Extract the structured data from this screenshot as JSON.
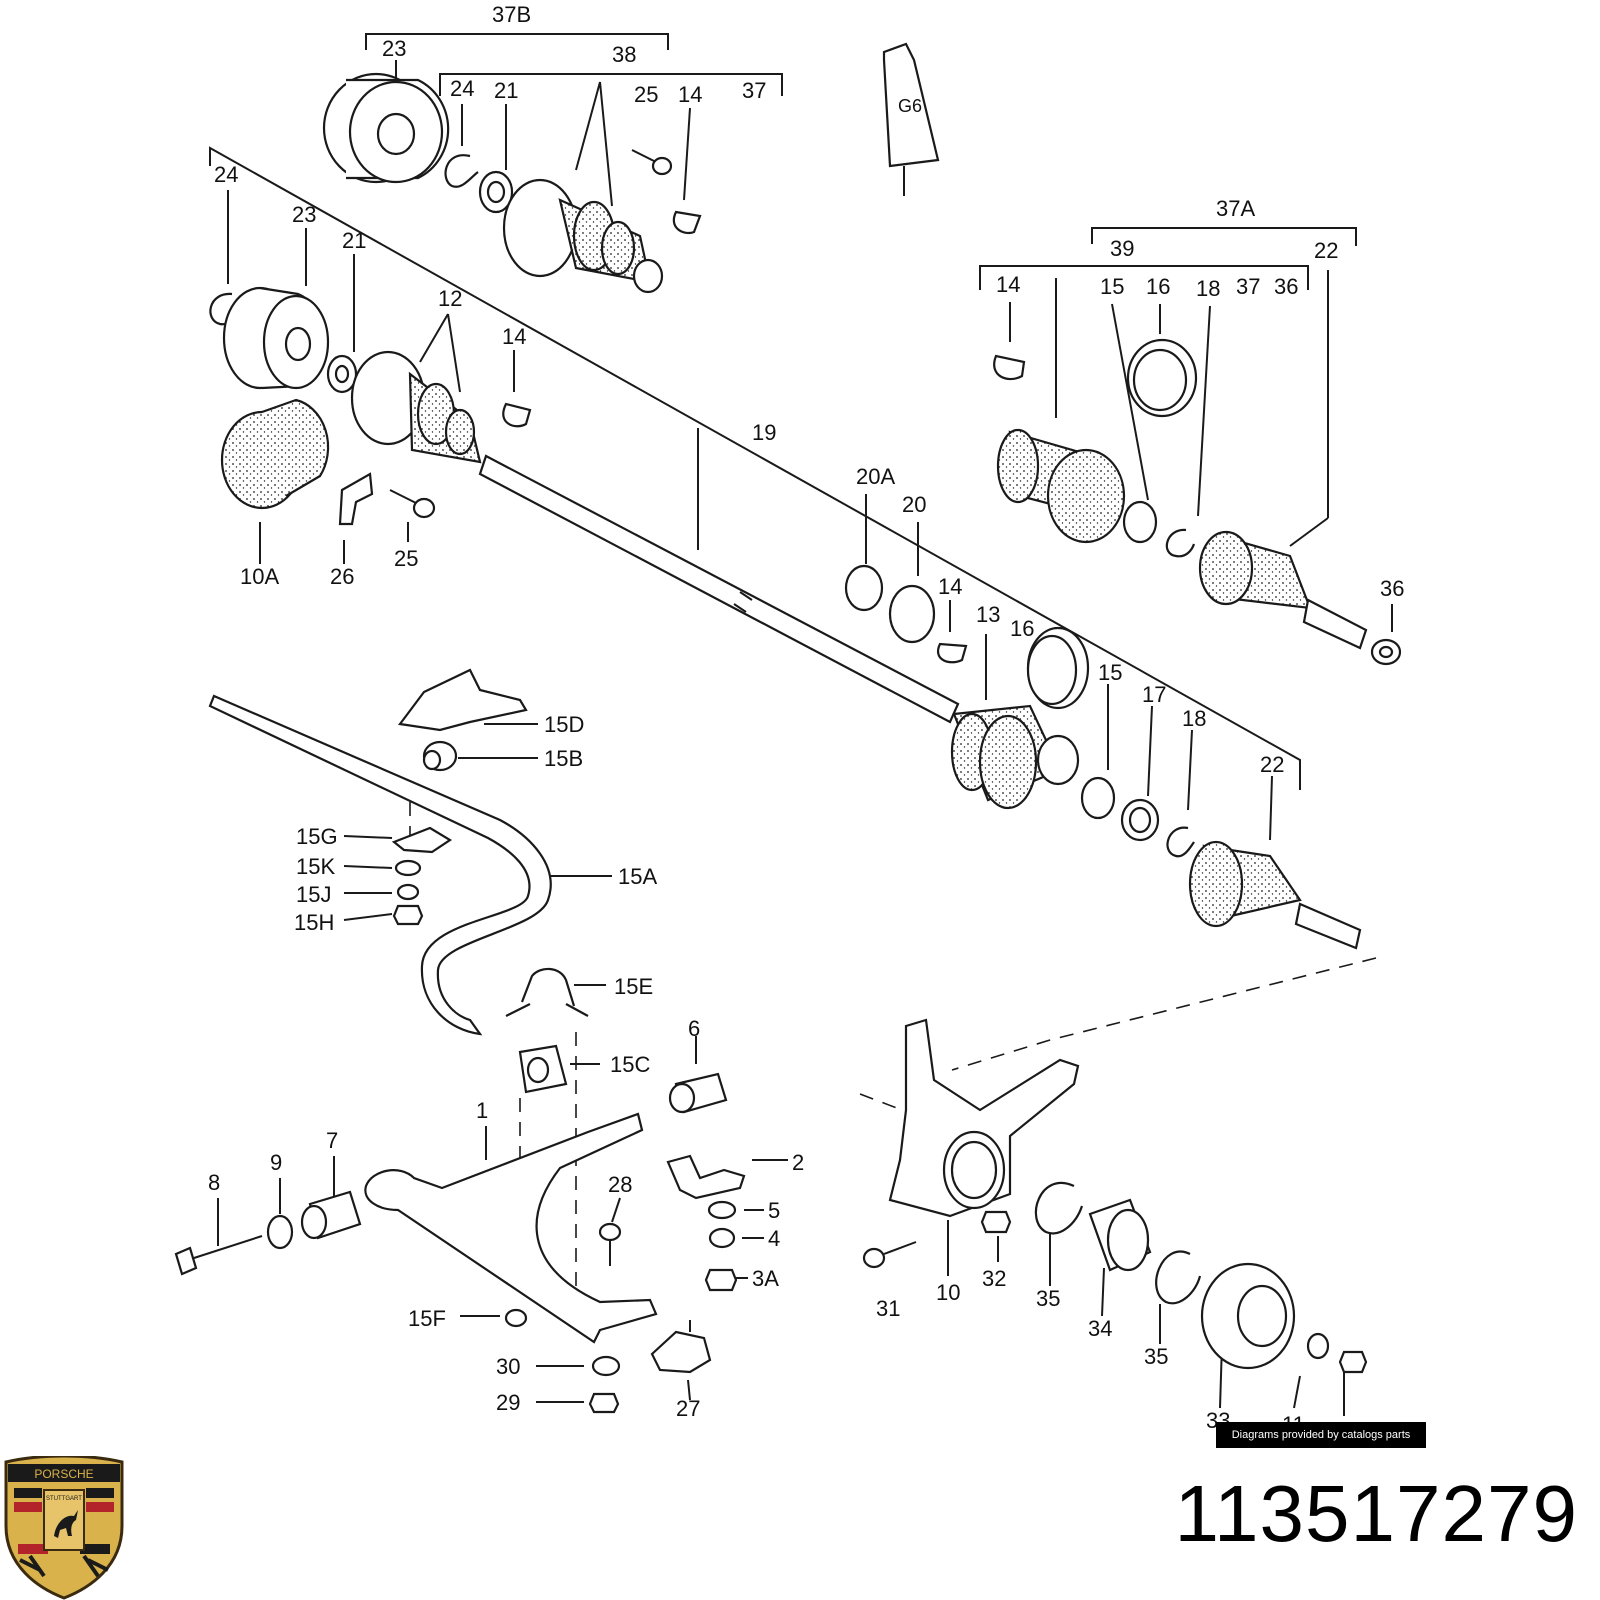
{
  "part_number": "113517279",
  "credit": "Diagrams provided by catalogs parts",
  "brand": {
    "wordmark": "PORSCHE",
    "city": "STUTTGART"
  },
  "tube": {
    "text": "G6"
  },
  "callouts": [
    "37B",
    "23",
    "38",
    "24",
    "21",
    "25",
    "14",
    "37",
    "24",
    "23",
    "21",
    "12",
    "14",
    "10A",
    "26",
    "25",
    "19",
    "20A",
    "20",
    "37A",
    "39",
    "22",
    "14",
    "15",
    "16",
    "18",
    "37",
    "36",
    "36",
    "14",
    "13",
    "16",
    "15",
    "17",
    "18",
    "22",
    "15D",
    "15B",
    "15G",
    "15K",
    "15J",
    "15H",
    "15A",
    "15E",
    "15C",
    "6",
    "1",
    "2",
    "5",
    "4",
    "3A",
    "28",
    "7",
    "9",
    "8",
    "15F",
    "30",
    "29",
    "27",
    "31",
    "10",
    "32",
    "35",
    "34",
    "35",
    "33",
    "11"
  ],
  "colors": {
    "ink": "#1a1a1a",
    "badge": "#000000",
    "crest_gold": "#d9b24c",
    "crest_red": "#b3242a"
  }
}
